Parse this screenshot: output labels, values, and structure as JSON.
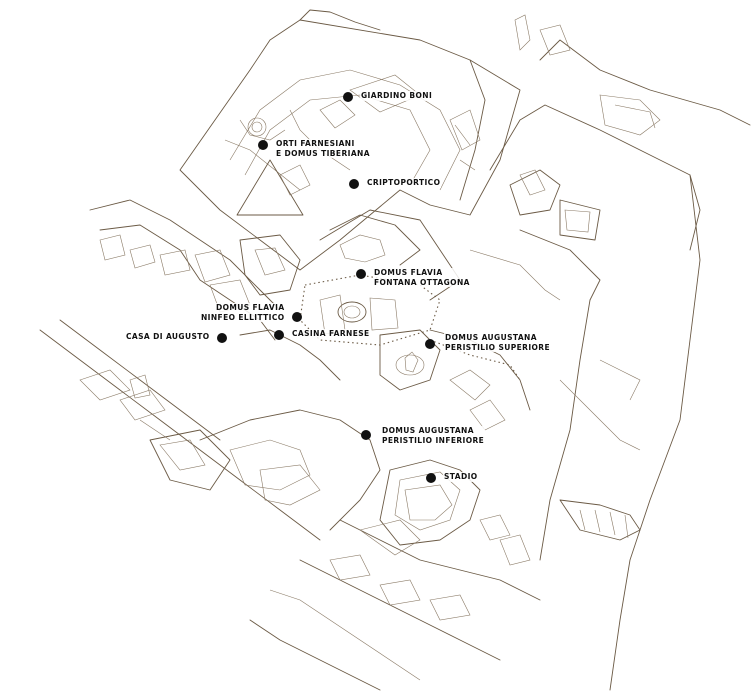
{
  "map": {
    "pois": [
      {
        "id": "giardino-boni",
        "label": "GIARDINO BONI"
      },
      {
        "id": "orti-farnesiani",
        "label": "ORTI FARNESIANI\nE DOMUS TIBERIANA"
      },
      {
        "id": "criptoportico",
        "label": "CRIPTOPORTICO"
      },
      {
        "id": "domus-flavia-fontana",
        "label": "DOMUS FLAVIA\nFONTANA OTTAGONA"
      },
      {
        "id": "domus-flavia-ninfeo",
        "label": "DOMUS FLAVIA\nNINFEO ELLITTICO"
      },
      {
        "id": "casa-di-augusto",
        "label": "CASA DI AUGUSTO"
      },
      {
        "id": "casina-farnese",
        "label": "CASINA FARNESE"
      },
      {
        "id": "domus-augustana-superiore",
        "label": "DOMUS AUGUSTANA\nPERISTILIO SUPERIORE"
      },
      {
        "id": "domus-augustana-inferiore",
        "label": "DOMUS AUGUSTANA\nPERISTILIO INFERIORE"
      },
      {
        "id": "stadio",
        "label": "STADIO"
      }
    ],
    "colors": {
      "line": "#6b5a45",
      "marker": "#111111",
      "background": "#ffffff"
    }
  }
}
